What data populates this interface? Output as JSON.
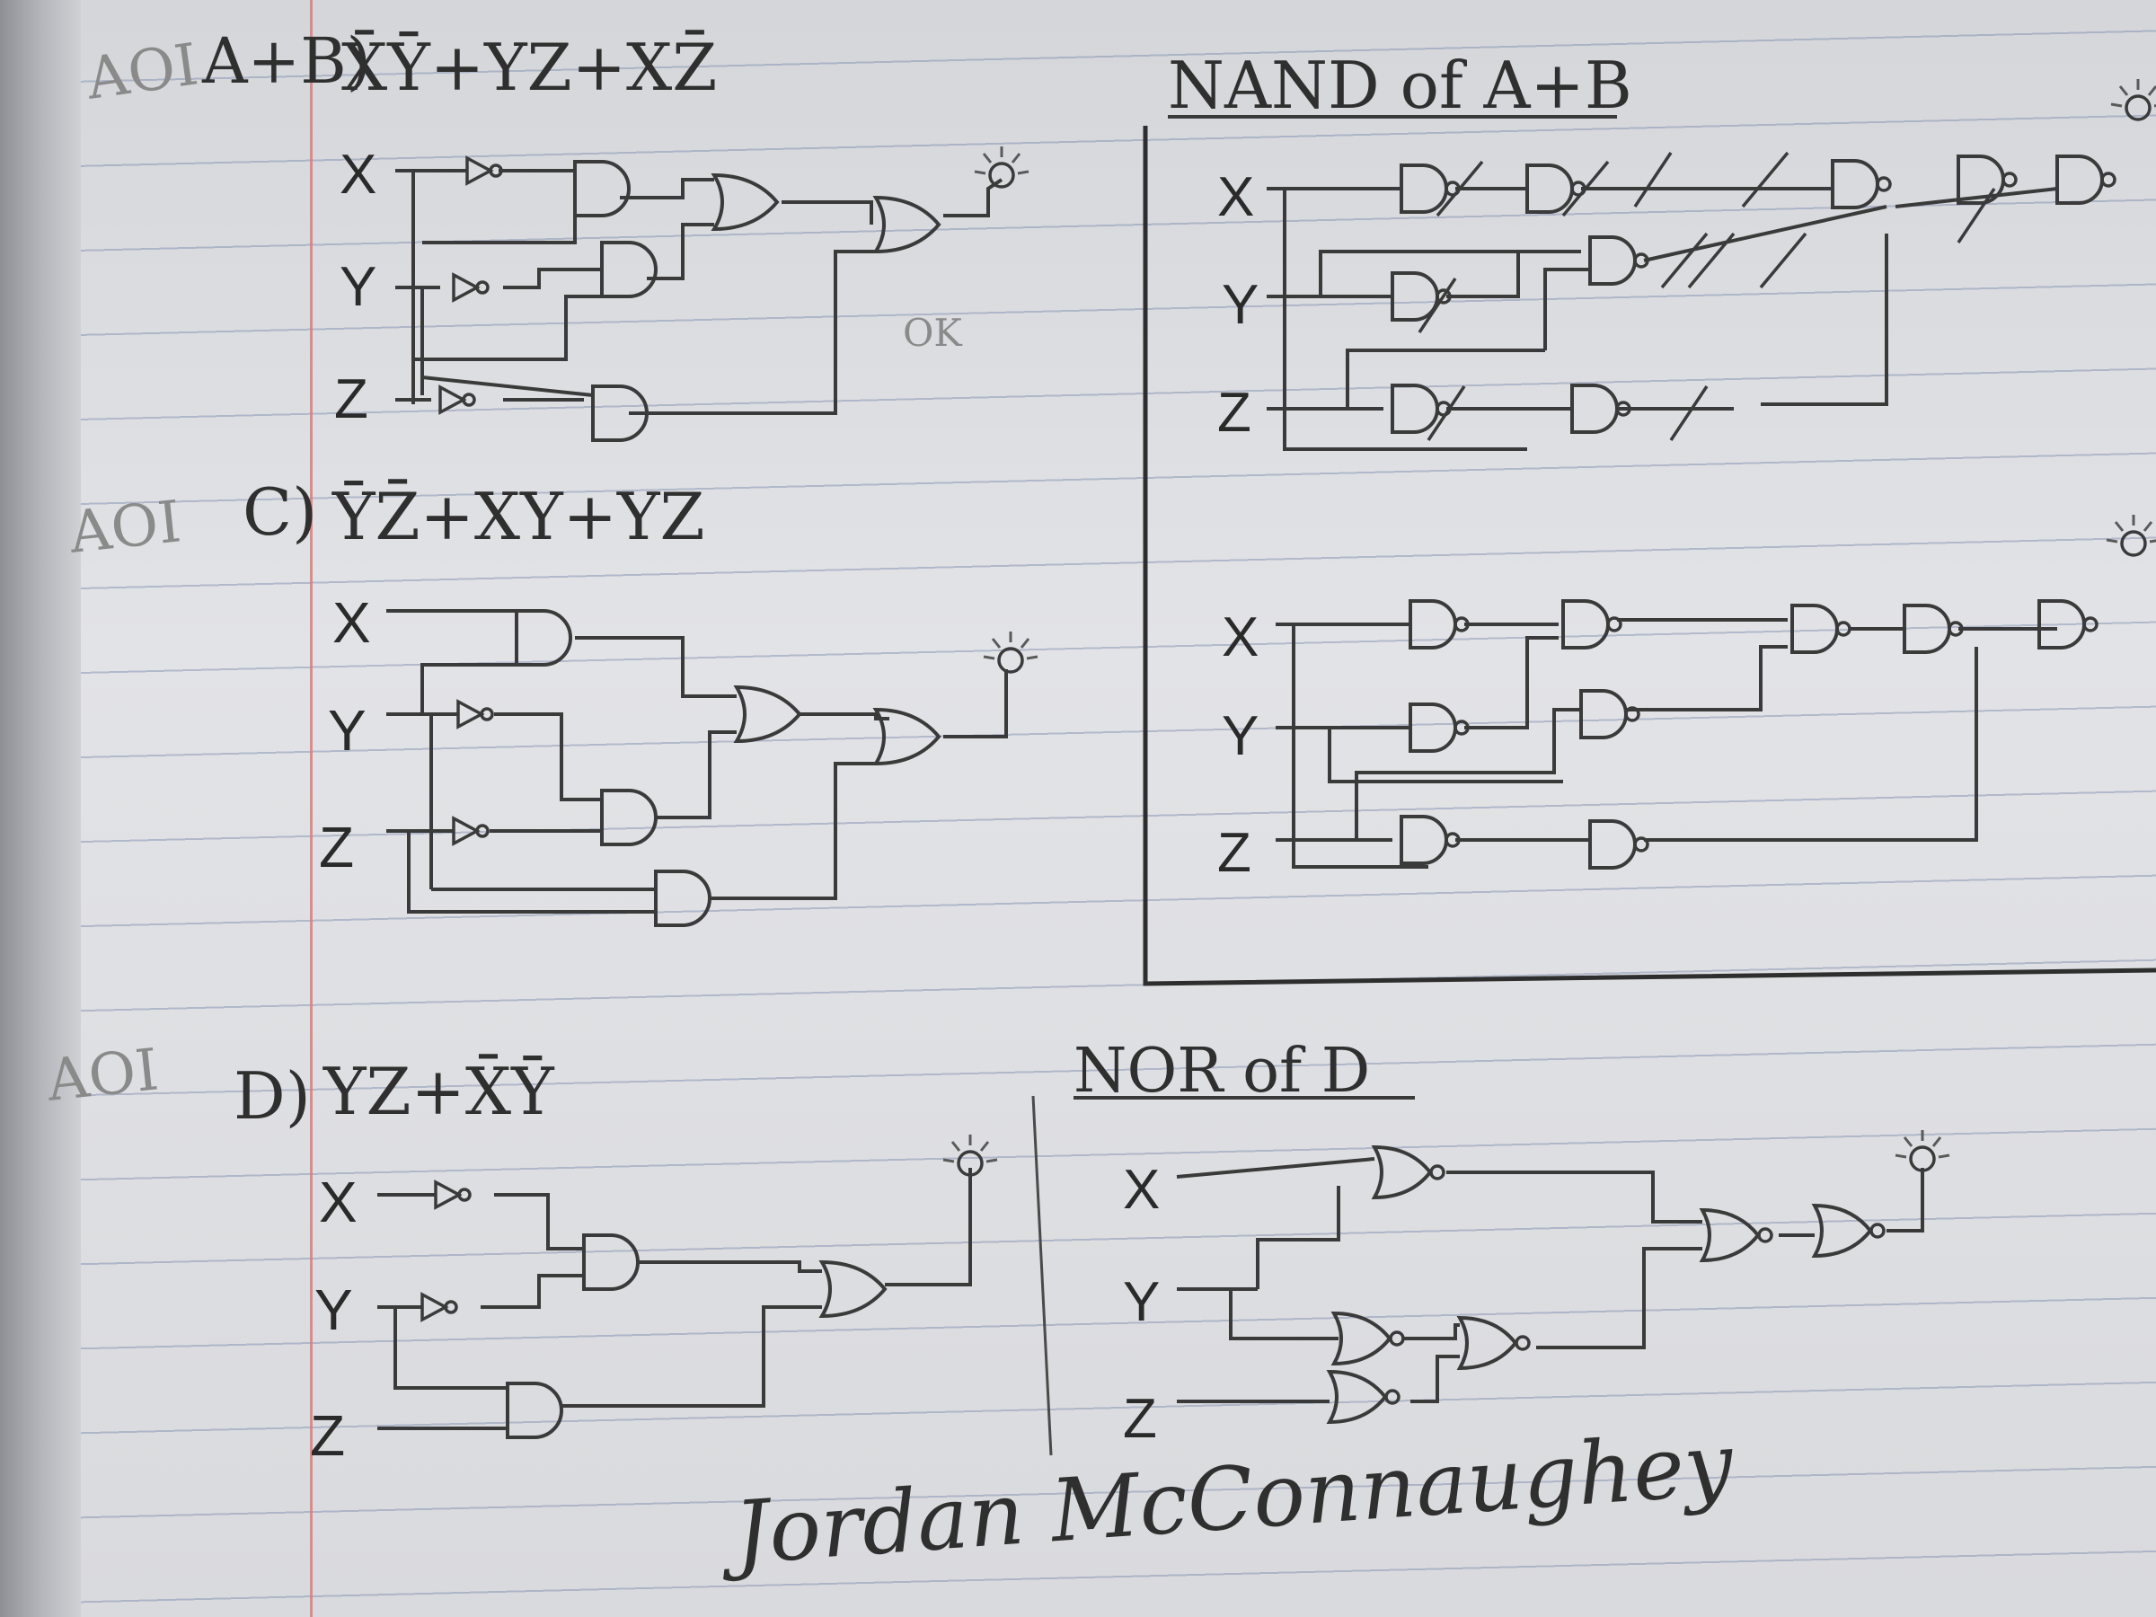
{
  "sections": {
    "b": {
      "tag": "AOI",
      "title": "A+B)",
      "expr": "X̄Ȳ+YZ+XZ̄",
      "note": "OK"
    },
    "c": {
      "tag": "AOI",
      "title": "C)",
      "expr": "ȲZ̄+XY+YZ"
    },
    "d": {
      "tag": "AOI",
      "title": "D)",
      "expr": "YZ+X̄Ȳ"
    },
    "nand": {
      "title": "NAND of A+B"
    },
    "nor": {
      "title": "NOR of D"
    }
  },
  "inputs": [
    "X",
    "Y",
    "Z"
  ],
  "signature": "Jordan McConnaughey",
  "colors": {
    "paper": "#dfe0e3",
    "pencil": "#3a3a3a",
    "rule": "#7887aa",
    "margin": "#e07a7a"
  }
}
